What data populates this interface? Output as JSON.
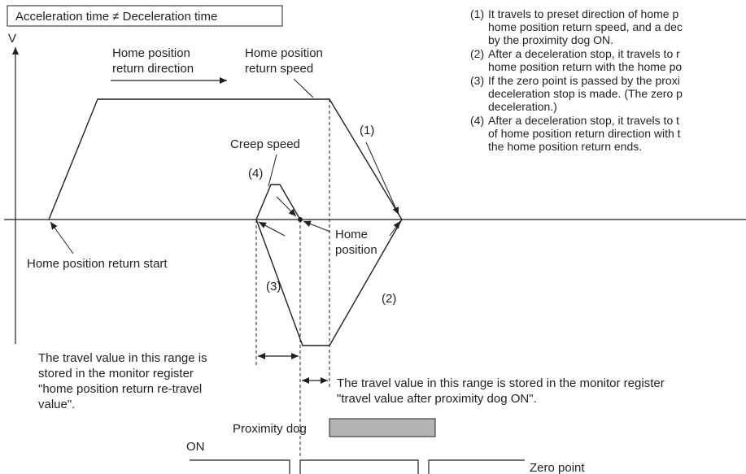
{
  "title": "Acceleration time ≠ Deceleration time",
  "axis_v": "V",
  "labels": {
    "direction": "Home position\nreturn direction",
    "speed": "Home position\nreturn speed",
    "creep": "Creep speed",
    "step1": "(1)",
    "step2": "(2)",
    "step3": "(3)",
    "step4": "(4)",
    "home_position": "Home\nposition",
    "return_start": "Home position return start",
    "retravel": "The travel value in this range is\nstored in the monitor register\n\"home position return re-travel\nvalue\".",
    "after_dog": "The travel value in this range is stored in the monitor register\n\"travel value after proximity dog ON\".",
    "proximity_dog": "Proximity dog",
    "on": "ON",
    "zero_point": "Zero point"
  },
  "notes": [
    {
      "num": "(1)",
      "text": "It travels to preset direction of home p\nhome position return speed, and a dec\nby the proximity dog ON."
    },
    {
      "num": "(2)",
      "text": "After a deceleration stop, it travels to r\nhome position return with the home po"
    },
    {
      "num": "(3)",
      "text": "If the zero point is passed by the proxi\ndeceleration stop is made. (The zero p\ndeceleration.)"
    },
    {
      "num": "(4)",
      "text": "After a deceleration stop, it travels to t\nof home position return direction with t\nthe home position return ends."
    }
  ],
  "colors": {
    "line": "#231f20",
    "dog_fill": "#b3b3b5"
  }
}
